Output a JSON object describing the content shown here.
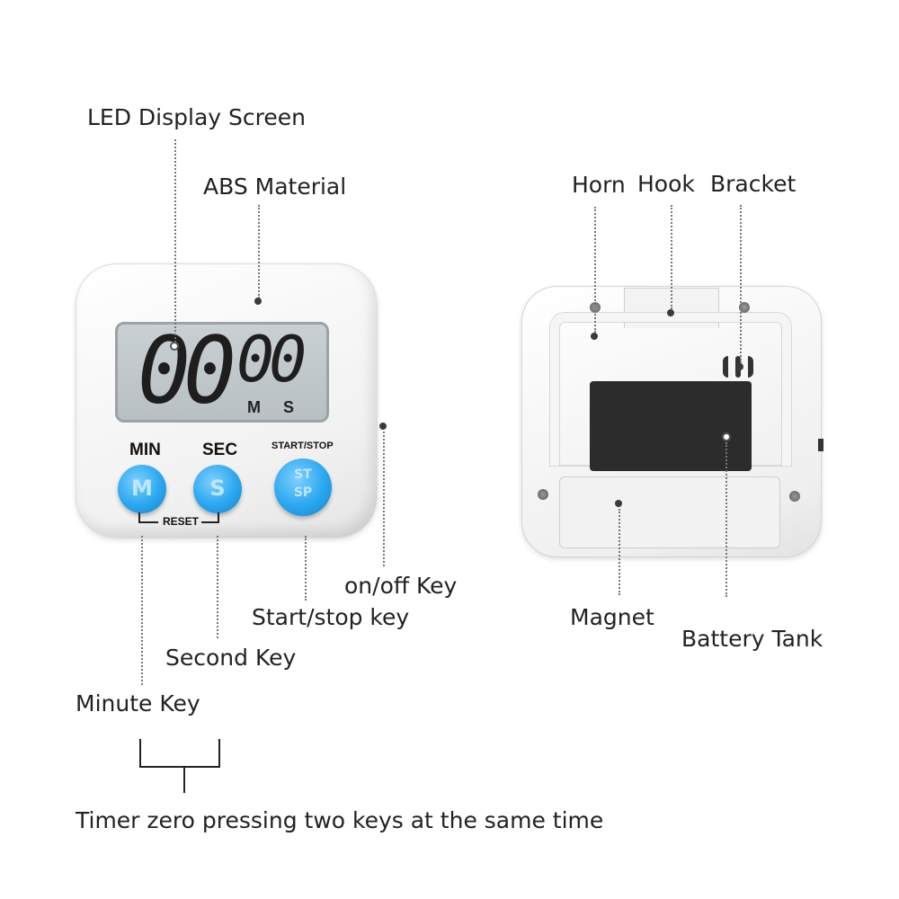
{
  "front": {
    "display_digits_min": "00",
    "display_digits_sec": "00",
    "unit_m": "M",
    "unit_s": "S",
    "min_label": "MIN",
    "sec_label": "SEC",
    "startstop_label": "START/STOP",
    "reset_label": "RESET",
    "key_m": "M",
    "key_s": "S",
    "key_st": "ST",
    "key_sp": "SP"
  },
  "labels": {
    "led_display": "LED Display Screen",
    "abs_material": "ABS Material",
    "onoff_key": "on/off Key",
    "startstop_key": "Start/stop key",
    "second_key": "Second Key",
    "minute_key": "Minute Key",
    "horn": "Horn",
    "hook": "Hook",
    "bracket": "Bracket",
    "magnet": "Magnet",
    "battery_tank": "Battery Tank",
    "timer_zero": "Timer zero pressing two keys at the same time"
  },
  "colors": {
    "key_blue": "#2aa7f0",
    "magnet_black": "#2c2c2c",
    "lcd_gray": "#bfc6c9"
  },
  "icons": {
    "speaker": "horn-icon",
    "screw": "screw-icon"
  }
}
